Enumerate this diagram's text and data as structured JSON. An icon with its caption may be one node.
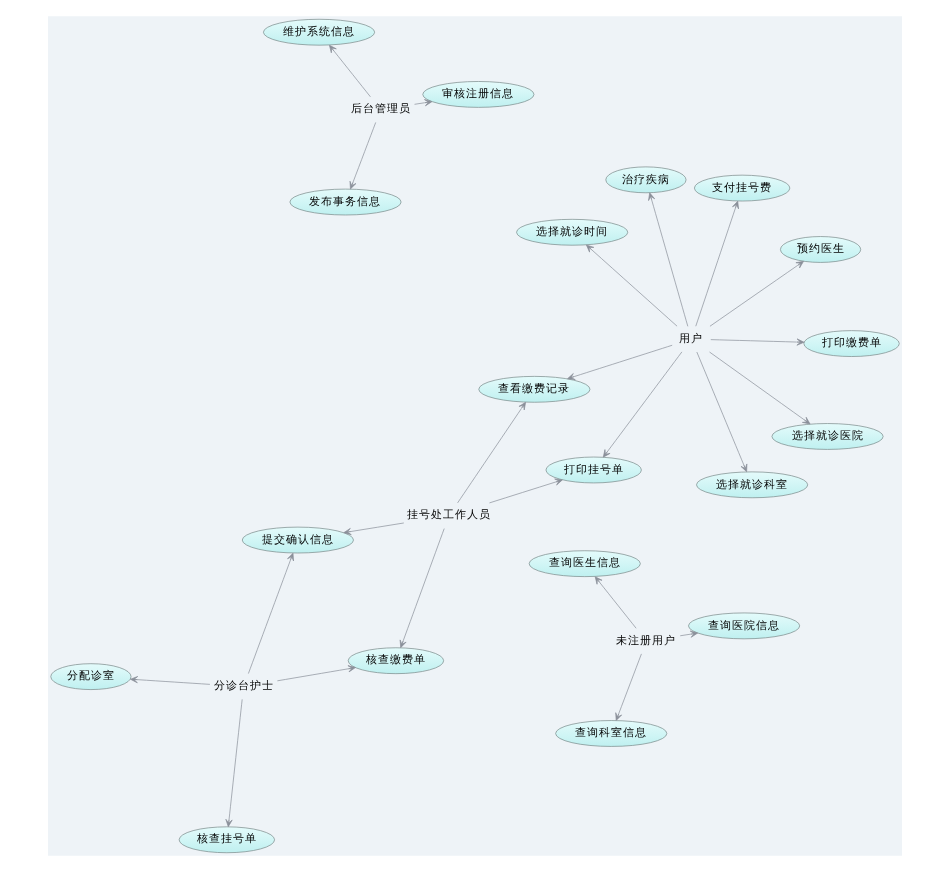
{
  "diagram": {
    "nodes": [
      {
        "text": [
          "分配诊室"
        ]
      },
      {
        "text": [
          "核查挂号单"
        ]
      },
      {
        "text": [
          "核查缴费单"
        ]
      },
      {
        "text": [
          "提交确认信息"
        ]
      },
      {
        "text": [
          "打印挂号单"
        ]
      },
      {
        "text": [
          "查看缴费记录"
        ]
      },
      {
        "text": [
          "挂号处工作人员"
        ]
      },
      {
        "text": [
          "分诊台护士"
        ]
      },
      {
        "text": [
          "用户"
        ]
      },
      {
        "text": [
          "选择就诊医院"
        ]
      },
      {
        "text": [
          "选择就诊科室"
        ]
      },
      {
        "text": [
          "选择就诊时间"
        ]
      },
      {
        "text": [
          "预约医生"
        ]
      },
      {
        "text": [
          "支付挂号费"
        ]
      },
      {
        "text": [
          "治疗疾病"
        ]
      },
      {
        "text": [
          "打印缴费单"
        ]
      },
      {
        "text": [
          "未注册用户"
        ]
      },
      {
        "text": [
          "查询医院信息"
        ]
      },
      {
        "text": [
          "查询科室信息"
        ]
      },
      {
        "text": [
          "查询医生信息"
        ]
      },
      {
        "text": [
          "后台管理员"
        ]
      },
      {
        "text": [
          "审核注册信息"
        ]
      },
      {
        "text": [
          "发布事务信息"
        ]
      },
      {
        "text": [
          "维护系统信息"
        ]
      }
    ],
    "edges": [
      {
        "from": 7,
        "to": 0,
        "arrow": "to"
      },
      {
        "from": 7,
        "to": 1,
        "arrow": "to"
      },
      {
        "from": 7,
        "to": 2,
        "arrow": "to"
      },
      {
        "from": 7,
        "to": 3,
        "arrow": "to"
      },
      {
        "from": 6,
        "to": 2,
        "arrow": "to"
      },
      {
        "from": 6,
        "to": 3,
        "arrow": "to"
      },
      {
        "from": 6,
        "to": 4,
        "arrow": "to"
      },
      {
        "from": 6,
        "to": 5,
        "arrow": "to"
      },
      {
        "from": 8,
        "to": 4,
        "arrow": "to"
      },
      {
        "from": 8,
        "to": 5,
        "arrow": "to"
      },
      {
        "from": 8,
        "to": 9,
        "arrow": "to"
      },
      {
        "from": 8,
        "to": 10,
        "arrow": "to"
      },
      {
        "from": 8,
        "to": 11,
        "arrow": "to"
      },
      {
        "from": 8,
        "to": 12,
        "arrow": "to"
      },
      {
        "from": 8,
        "to": 13,
        "arrow": "to"
      },
      {
        "from": 8,
        "to": 14,
        "arrow": "to"
      },
      {
        "from": 8,
        "to": 15,
        "arrow": "to"
      },
      {
        "from": 16,
        "to": 17,
        "arrow": "to"
      },
      {
        "from": 16,
        "to": 18,
        "arrow": "to"
      },
      {
        "from": 16,
        "to": 19,
        "arrow": "to"
      },
      {
        "from": 20,
        "to": 21,
        "arrow": "to"
      },
      {
        "from": 20,
        "to": 22,
        "arrow": "to"
      },
      {
        "from": 20,
        "to": 23,
        "arrow": "to"
      }
    ]
  }
}
